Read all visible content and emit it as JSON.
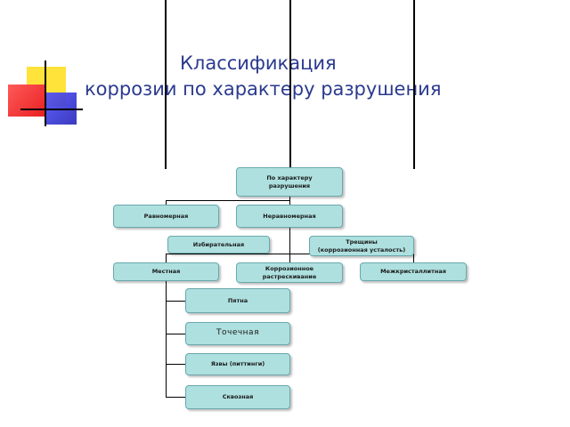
{
  "slide": {
    "title_line1": "Классификация",
    "title_line2": "коррозии по характеру разрушения"
  },
  "colors": {
    "node_fill": "#aee0df",
    "node_border": "#6aa8ad",
    "title_text": "#2b3a8f",
    "deco_yellow": "#ffe23a",
    "deco_red": "#ee3030",
    "deco_blue": "#3a3ad8"
  },
  "diagram": {
    "root": "По характеру\nразрушения",
    "uniform": "Равномерная",
    "nonuniform": "Неравномерная",
    "selective": "Избирательная",
    "cracks": "Трещины\n(коррозионная усталость)",
    "local": "Местная",
    "corrosion_cracking": "Коррозионное\nрастрескивание",
    "intercrystalline": "Межкристаллитная",
    "spots": "Пятна",
    "pitting": "Точечная",
    "ulcers": "Язвы (питтинги)",
    "through": "Сквозная"
  }
}
